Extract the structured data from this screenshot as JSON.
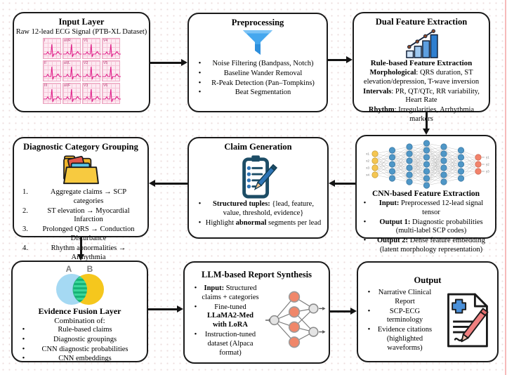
{
  "boxes": {
    "input_layer": {
      "title": "Input Layer",
      "subtitle": "Raw 12-lead ECG Signal (PTB-XL Dataset)",
      "icon": "ecg-grid-image",
      "ecg_leads": [
        "I",
        "aVR",
        "V1",
        "V4",
        "II",
        "aVL",
        "V2",
        "V5",
        "III",
        "aVF",
        "V3",
        "V6"
      ]
    },
    "preprocessing": {
      "title": "Preprocessing",
      "icon": "funnel-icon",
      "bullets": [
        "Noise Filtering (Bandpass, Notch)",
        "Baseline Wander Removal",
        "R-Peak Detection (Pan–Tompkins)",
        "Beat Segmentation"
      ]
    },
    "dual_feature_extraction": {
      "title": "Dual Feature Extraction",
      "icon": "bar-chart-trend-icon",
      "subtitle": "Rule-based Feature Extraction",
      "lines": [
        [
          {
            "t": "Morphological",
            "b": true
          },
          {
            "t": ": QRS duration, ST elevation/depression, T-wave inversion"
          }
        ],
        [
          {
            "t": "Intervals",
            "b": true
          },
          {
            "t": ": PR, QT/QTc, RR variability, Heart Rate"
          }
        ],
        [
          {
            "t": "Rhythm",
            "b": true
          },
          {
            "t": ": Irregularities, Arrhythmia markers"
          }
        ]
      ]
    },
    "diagnostic_grouping": {
      "title": "Diagnostic Category Grouping",
      "icon": "folder-files-icon",
      "numbered": [
        "Aggregate claims → SCP categories",
        "ST elevation → Myocardial Infarction",
        "Prolonged QRS → Conduction Disturbance",
        "Rhythm abnormalities → Arrhythmia"
      ]
    },
    "claim_generation": {
      "title": "Claim Generation",
      "icon": "clipboard-pencil-icon",
      "bullets": [
        [
          {
            "t": "Structured tuples:",
            "b": true
          },
          {
            "t": " {lead, feature, value, threshold, evidence}"
          }
        ],
        [
          {
            "t": "Highlight "
          },
          {
            "t": "abnormal",
            "b": true
          },
          {
            "t": " segments per lead"
          }
        ]
      ]
    },
    "cnn_feature": {
      "title": "CNN-based Feature Extraction",
      "icon": "neural-network-image",
      "nn_input_labels": [
        "x1",
        "x2",
        "x3",
        "x4"
      ],
      "nn_output_labels": [
        "y1",
        "y2",
        "y3"
      ],
      "nn_layer_sizes": [
        4,
        5,
        6,
        7,
        6,
        5,
        3
      ],
      "bullets": [
        [
          {
            "t": "Input:",
            "b": true
          },
          {
            "t": " Preprocessed 12-lead signal tensor"
          }
        ],
        [
          {
            "t": "Output 1:",
            "b": true
          },
          {
            "t": " Diagnostic probabilities (multi-label SCP codes)"
          }
        ],
        [
          {
            "t": "Output 2:",
            "b": true
          },
          {
            "t": " Dense feature embedding (latent morphology representation)"
          }
        ]
      ]
    },
    "evidence_fusion": {
      "title": "Evidence Fusion Layer",
      "subtitle": "Combination of:",
      "icon": "venn-diagram-icon",
      "venn_labels": [
        "A",
        "B"
      ],
      "bullets": [
        "Rule-based claims",
        "Diagnostic groupings",
        "CNN diagnostic probabilities",
        "CNN embeddings"
      ]
    },
    "llm_synthesis": {
      "title": "LLM-based Report Synthesis",
      "icon": "small-neural-network-icon",
      "bullets": [
        [
          {
            "t": "Input:",
            "b": true
          },
          {
            "t": " Structured claims + categories"
          }
        ],
        [
          {
            "t": "Fine-tuned "
          },
          {
            "t": "LLaMA2-Med with LoRA",
            "b": true
          }
        ],
        [
          {
            "t": "Instruction-tuned dataset (Alpaca format)"
          }
        ]
      ]
    },
    "output": {
      "title": "Output",
      "icon": "medical-report-pencil-icon",
      "bullets": [
        "Narrative Clinical Report",
        "SCP-ECG terminology",
        "Evidence citations (highlighted waveforms)"
      ]
    }
  },
  "colors": {
    "box_border": "#1b1b1b",
    "arrow": "#141414",
    "ecg_trace": "#e0218a",
    "funnel_blue": "#45a7ee",
    "node_yellow": "#f5c651",
    "node_blue": "#4f97c7",
    "node_orange": "#f2836b",
    "venn_blue": "#a5d9f3",
    "venn_yellow": "#f5c71d",
    "venn_green": "#2fcb8e",
    "folder_yellow": "#f0b429",
    "clipboard_navy": "#1d4d66",
    "pencil_blue": "#2e75b6",
    "pencil_pink": "#f08080"
  }
}
